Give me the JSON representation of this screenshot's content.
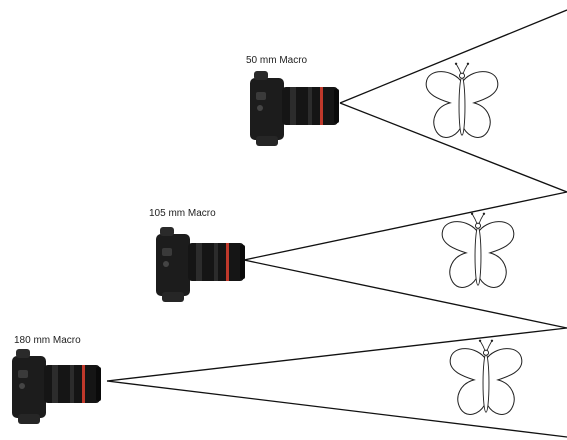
{
  "figure": {
    "setups": [
      {
        "label": "50 mm Macro"
      },
      {
        "label": "105 mm Macro"
      },
      {
        "label": "180 mm Macro"
      }
    ]
  },
  "colors": {
    "camera_body": "#1c1c1c",
    "lens_barrel": "#151515",
    "lens_ring": "#c0392b",
    "lines": "#111111",
    "background": "#ffffff"
  }
}
